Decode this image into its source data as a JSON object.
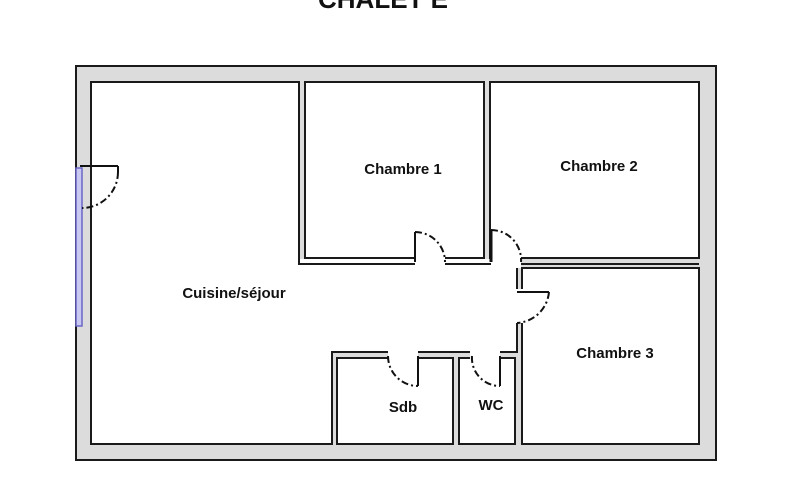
{
  "plan": {
    "title": "CHALET E",
    "rooms": {
      "cuisine_sejour": "Cuisine/séjour",
      "chambre_1": "Chambre 1",
      "chambre_2": "Chambre 2",
      "chambre_3": "Chambre 3",
      "sdb": "Sdb",
      "wc": "WC"
    }
  },
  "colors": {
    "wall": "#dcdcdc",
    "outline": "#1a1a1a",
    "window": "#c9c8f0"
  }
}
